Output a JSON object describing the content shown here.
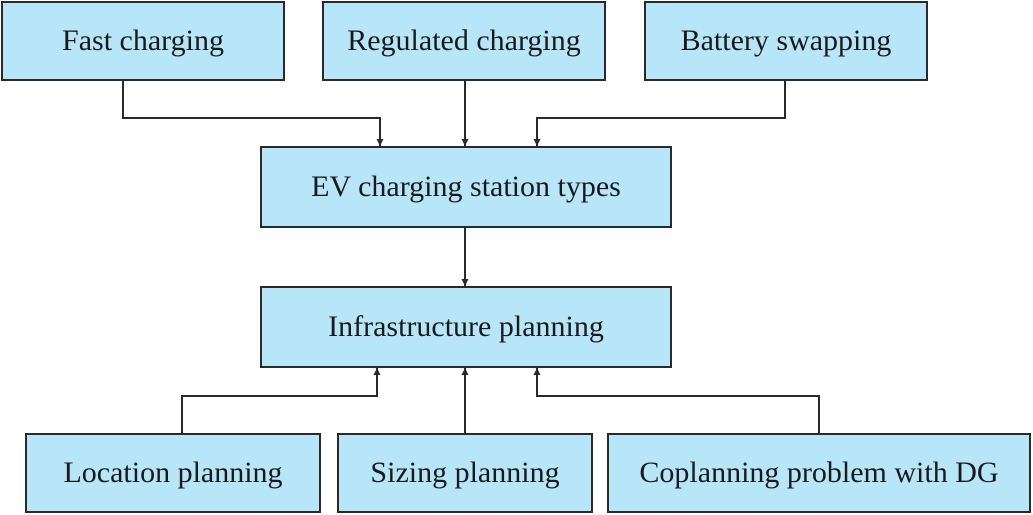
{
  "diagram": {
    "top_row": [
      {
        "id": "fast",
        "label": "Fast charging"
      },
      {
        "id": "regulated",
        "label": "Regulated charging"
      },
      {
        "id": "swapping",
        "label": "Battery swapping"
      }
    ],
    "station_types": {
      "label": "EV charging station types"
    },
    "infrastructure": {
      "label": "Infrastructure planning"
    },
    "bottom_row": [
      {
        "id": "location",
        "label": "Location planning"
      },
      {
        "id": "sizing",
        "label": "Sizing planning"
      },
      {
        "id": "coplanning",
        "label": "Coplanning problem with DG"
      }
    ]
  },
  "colors": {
    "box_fill": "#b6e6f8",
    "box_border": "#2a2a2a",
    "line": "#2a2a2a"
  }
}
